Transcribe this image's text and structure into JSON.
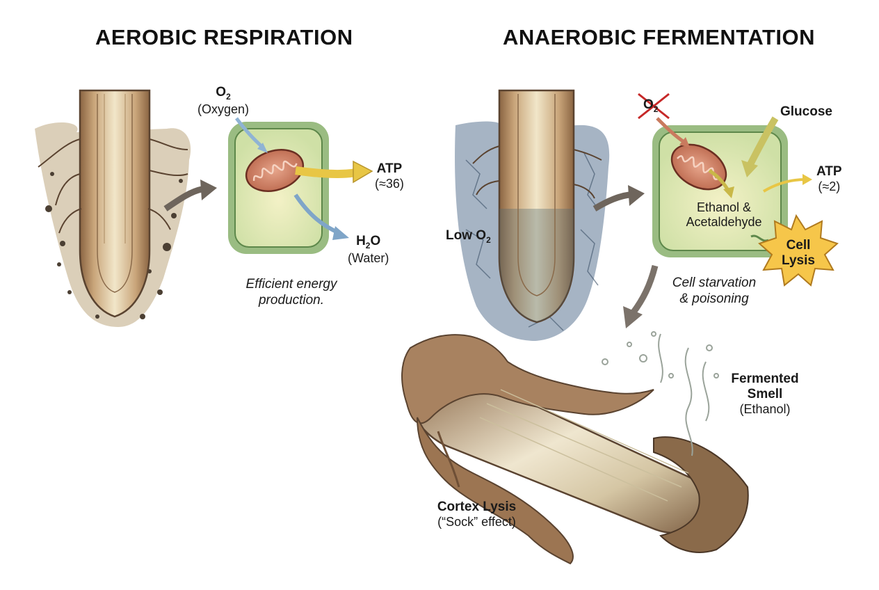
{
  "titles": {
    "aerobic": "AEROBIC RESPIRATION",
    "anaerobic": "ANAEROBIC FERMENTATION"
  },
  "aerobic": {
    "oxygen": {
      "symbol": "O",
      "subscript": "2",
      "name": "(Oxygen)"
    },
    "atp": {
      "label": "ATP",
      "amount": "(≈36)"
    },
    "water": {
      "symbol": "H",
      "subscript": "2",
      "suffix": "O",
      "name": "(Water)"
    },
    "caption_line1": "Efficient energy",
    "caption_line2": "production."
  },
  "anaerobic": {
    "oxygen_crossed": {
      "symbol": "O",
      "subscript": "2"
    },
    "glucose": "Glucose",
    "low_o2": {
      "text": "Low O",
      "subscript": "2"
    },
    "atp": {
      "label": "ATP",
      "amount": "(≈2)"
    },
    "products_line1": "Ethanol &",
    "products_line2": "Acetaldehyde",
    "cell_lysis_line1": "Cell",
    "cell_lysis_line2": "Lysis",
    "caption_line1": "Cell starvation",
    "caption_line2": "& poisoning",
    "smell_line1": "Fermented",
    "smell_line2": "Smell",
    "smell_line3": "(Ethanol)",
    "cortex_line1": "Cortex Lysis",
    "cortex_line2": "(“Sock” effect)"
  },
  "colors": {
    "cell_wall": "#6e9a5a",
    "cell_fill": "#dfe9b8",
    "mitochondrion": "#c97a5e",
    "atp_arrow": "#e8c645",
    "water_arrow": "#7fa5c8",
    "oxygen_arrow": "#8fb3d4",
    "cross_red": "#c62828",
    "lysis_burst": "#f6c64a",
    "soil_aerobic": "#bda77f",
    "soil_waterlogged": "#5c7793",
    "root_brown": "#a88260"
  }
}
